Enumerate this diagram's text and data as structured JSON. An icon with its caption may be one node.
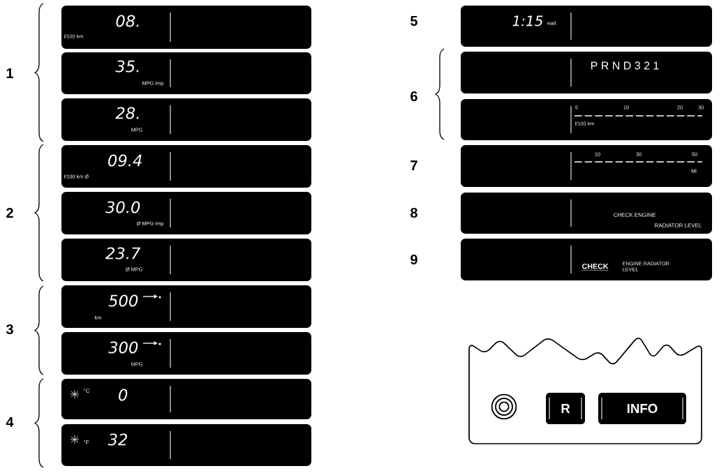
{
  "diagram": {
    "nodes": [
      {
        "text": [
          "08.",
          "l/100 km"
        ]
      },
      {
        "text": [
          "35.",
          "MPG Imp"
        ]
      },
      {
        "text": [
          "28.",
          "MPG"
        ]
      },
      {
        "text": [
          "09.4",
          "l/100 km Ø"
        ]
      },
      {
        "text": [
          "30.0",
          "Ø MPG Imp"
        ]
      },
      {
        "text": [
          "23.7",
          "Ø MPG"
        ]
      },
      {
        "text": [
          "500",
          "km"
        ]
      },
      {
        "text": [
          "300",
          "MPG"
        ]
      },
      {
        "text": [
          "°C",
          "0"
        ]
      },
      {
        "text": [
          "°F",
          "32"
        ]
      },
      {
        "text": [
          "1:15",
          "wait"
        ]
      },
      {
        "text": [
          "P R N D 3 2 1"
        ]
      },
      {
        "text": [
          "5",
          "10",
          "20",
          "30",
          "l/100 km"
        ]
      },
      {
        "text": [
          "10",
          "30",
          "50",
          "Mi"
        ]
      },
      {
        "text": [
          "CHECK ENGINE",
          "RADIATOR LEVEL"
        ]
      },
      {
        "text": [
          "CHECK",
          "ENGINE RADIATOR LEVEL"
        ]
      },
      {
        "text": [],
        "shape": "box"
      },
      {
        "text": [
          "R"
        ],
        "in": 16
      },
      {
        "text": [
          "INFO"
        ],
        "in": 16
      }
    ],
    "labels": [
      "1",
      "2",
      "3",
      "4",
      "5",
      "6",
      "7",
      "8",
      "9"
    ]
  }
}
